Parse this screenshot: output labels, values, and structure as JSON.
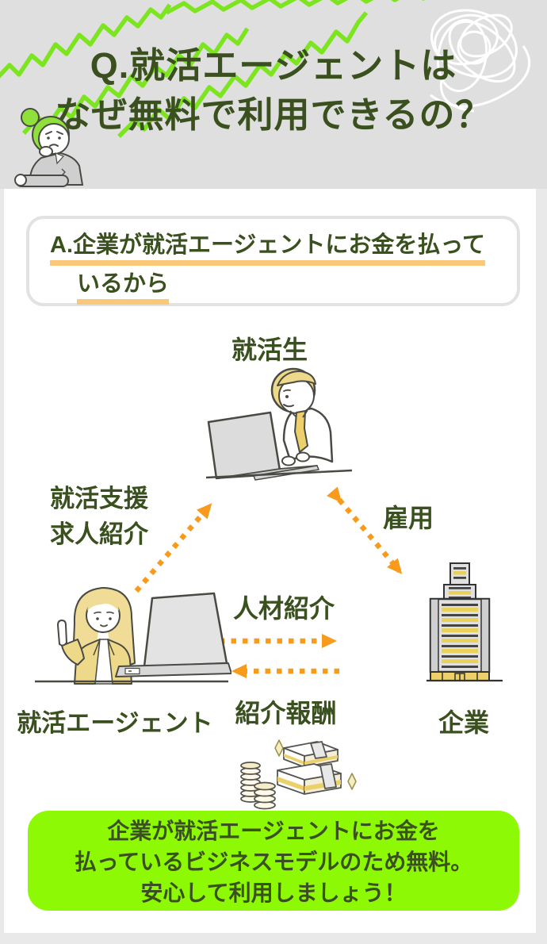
{
  "header": {
    "title_line1": "Q.就活エージェントは",
    "title_line2": "なぜ無料で利用できるの？"
  },
  "answer_box": {
    "line1": "A.企業が就活エージェントにお金を払って",
    "line2": "いるから"
  },
  "diagram": {
    "nodes": {
      "student": "就活生",
      "agent": "就活エージェント",
      "company": "企業"
    },
    "edges": {
      "support_line1": "就活支援",
      "support_line2": "求人紹介",
      "employment": "雇用",
      "referral": "人材紹介",
      "fee": "紹介報酬"
    }
  },
  "conclusion": {
    "line1": "企業が就活エージェントにお金を",
    "line2": "払っているビジネスモデルのため無料。",
    "line3": "安心して利用しましょう！"
  },
  "colors": {
    "text_green": "#3a501e",
    "header_bg": "#dfdfdf",
    "accent_orange": "#f89b1d",
    "underline_orange": "#f9c878",
    "highlight_green": "#8df905",
    "doodle_green": "#7de520",
    "illustration_yellow": "#eed98a",
    "illustration_gray": "#d9d9d9"
  },
  "illustrations": [
    "green-squiggle-doodle",
    "white-scribble-doodle",
    "thinking-woman",
    "student-at-laptop",
    "agent-at-laptop",
    "company-building",
    "money-stack"
  ]
}
